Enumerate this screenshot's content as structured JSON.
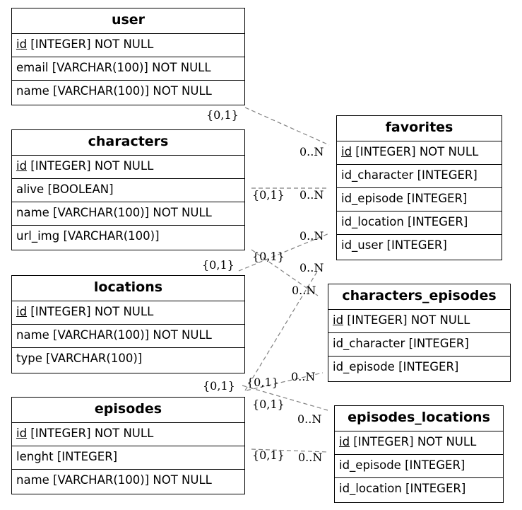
{
  "entities": {
    "user": {
      "title": "user",
      "rows": [
        {
          "pk": "id",
          "rest": " [INTEGER] NOT NULL"
        },
        {
          "pk": "",
          "rest": "email [VARCHAR(100)] NOT NULL"
        },
        {
          "pk": "",
          "rest": "name [VARCHAR(100)] NOT NULL"
        }
      ]
    },
    "characters": {
      "title": "characters",
      "rows": [
        {
          "pk": "id",
          "rest": " [INTEGER] NOT NULL"
        },
        {
          "pk": "",
          "rest": "alive [BOOLEAN]"
        },
        {
          "pk": "",
          "rest": "name [VARCHAR(100)] NOT NULL"
        },
        {
          "pk": "",
          "rest": "url_img [VARCHAR(100)]"
        }
      ]
    },
    "locations": {
      "title": "locations",
      "rows": [
        {
          "pk": "id",
          "rest": " [INTEGER] NOT NULL"
        },
        {
          "pk": "",
          "rest": "name [VARCHAR(100)] NOT NULL"
        },
        {
          "pk": "",
          "rest": "type [VARCHAR(100)]"
        }
      ]
    },
    "episodes": {
      "title": "episodes",
      "rows": [
        {
          "pk": "id",
          "rest": " [INTEGER] NOT NULL"
        },
        {
          "pk": "",
          "rest": "lenght [INTEGER]"
        },
        {
          "pk": "",
          "rest": "name [VARCHAR(100)] NOT NULL"
        }
      ]
    },
    "favorites": {
      "title": "favorites",
      "rows": [
        {
          "pk": "id",
          "rest": " [INTEGER] NOT NULL"
        },
        {
          "pk": "",
          "rest": "id_character [INTEGER]"
        },
        {
          "pk": "",
          "rest": "id_episode [INTEGER]"
        },
        {
          "pk": "",
          "rest": "id_location [INTEGER]"
        },
        {
          "pk": "",
          "rest": "id_user [INTEGER]"
        }
      ]
    },
    "characters_episodes": {
      "title": "characters_episodes",
      "rows": [
        {
          "pk": "id",
          "rest": " [INTEGER] NOT NULL"
        },
        {
          "pk": "",
          "rest": "id_character [INTEGER]"
        },
        {
          "pk": "",
          "rest": "id_episode [INTEGER]"
        }
      ]
    },
    "episodes_locations": {
      "title": "episodes_locations",
      "rows": [
        {
          "pk": "id",
          "rest": " [INTEGER] NOT NULL"
        },
        {
          "pk": "",
          "rest": "id_episode [INTEGER]"
        },
        {
          "pk": "",
          "rest": "id_location [INTEGER]"
        }
      ]
    }
  },
  "relationships": [
    {
      "from": "user",
      "to": "favorites",
      "one": "{0,1}",
      "many": "0..N"
    },
    {
      "from": "characters",
      "to": "favorites",
      "one": "{0,1}",
      "many": "0..N"
    },
    {
      "from": "locations",
      "to": "favorites",
      "one": "{0,1}",
      "many": "0..N"
    },
    {
      "from": "characters",
      "to": "characters_episodes",
      "one": "{0,1}",
      "many": "0..N"
    },
    {
      "from": "episodes",
      "to": "favorites",
      "one": "{0,1}",
      "many": "0..N"
    },
    {
      "from": "episodes",
      "to": "characters_episodes",
      "one": "{0,1}",
      "many": "0..N"
    },
    {
      "from": "locations",
      "to": "episodes_locations",
      "one": "{0,1}",
      "many": "0..N"
    },
    {
      "from": "episodes",
      "to": "episodes_locations",
      "one": "{0,1}",
      "many": "0..N"
    }
  ],
  "colors": {
    "line": "#808080",
    "border": "#000000",
    "background": "#ffffff"
  }
}
